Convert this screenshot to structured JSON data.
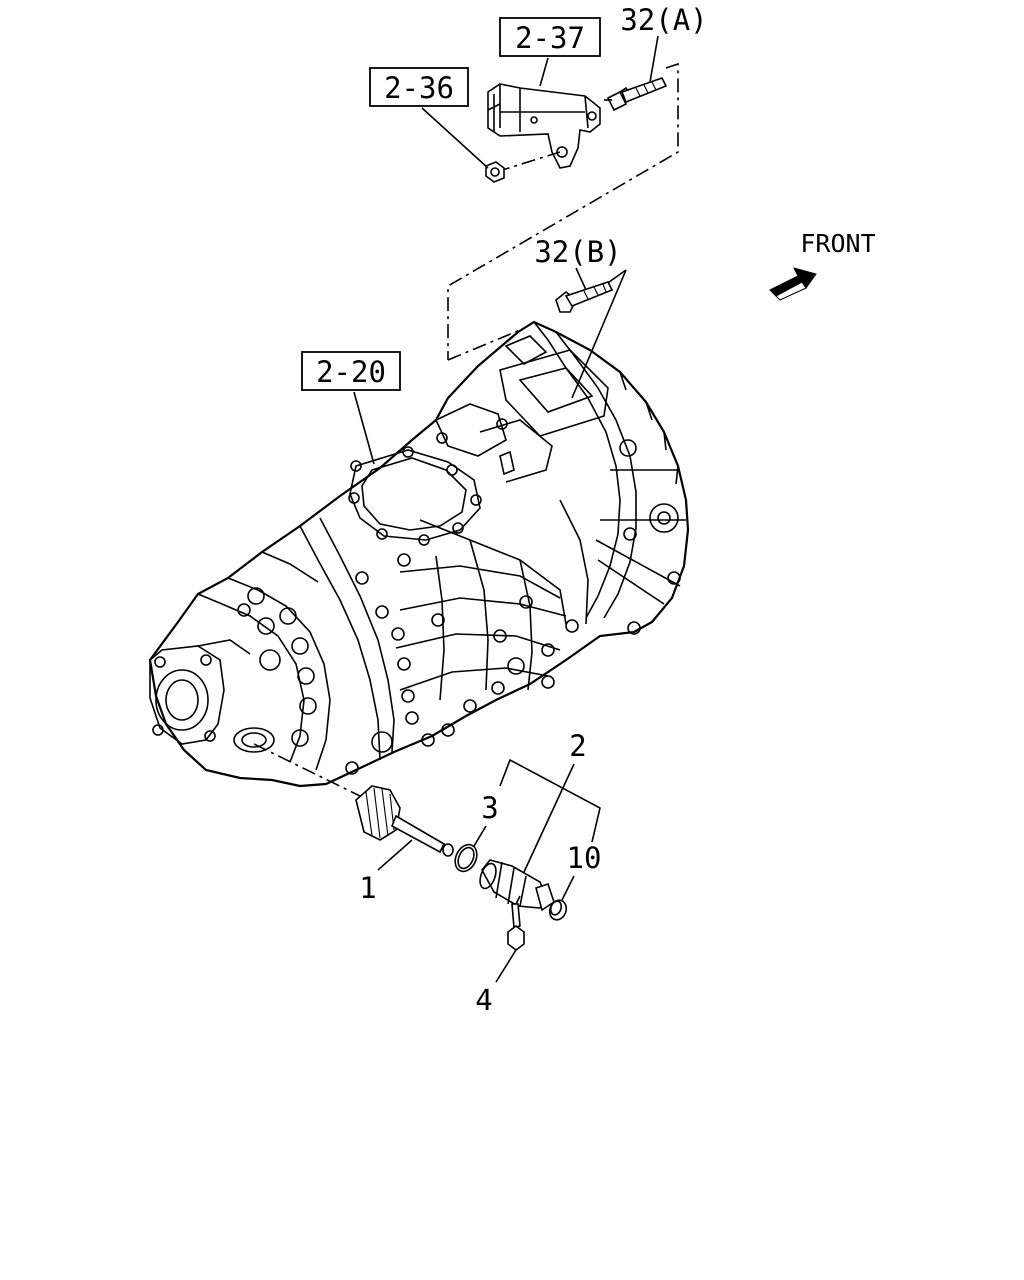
{
  "callouts": {
    "ref_2_37": "2-37",
    "ref_2_36": "2-36",
    "ref_2_20": "2-20",
    "bolt_32a": "32(A)",
    "bolt_32b": "32(B)",
    "part_1": "1",
    "part_2": "2",
    "part_3": "3",
    "part_4": "4",
    "part_10": "10"
  },
  "front_indicator": {
    "label": "FRONT",
    "icon": "front-arrow-icon"
  },
  "colors": {
    "ink": "#000000",
    "paper": "#ffffff"
  }
}
